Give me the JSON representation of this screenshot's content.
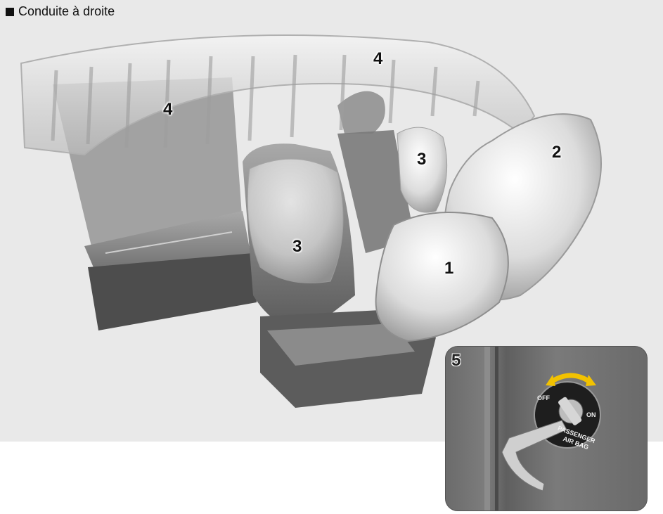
{
  "heading": {
    "marker": "square-bullet-icon",
    "text": "Conduite à droite"
  },
  "labels": {
    "driver_front": "1",
    "passenger_front": "2",
    "side_front": "3",
    "side_rear": "3",
    "curtain_left": "4",
    "curtain_right": "4",
    "switch": "5"
  },
  "switch": {
    "off": "OFF",
    "on": "ON",
    "caption_line1": "PASSENGER",
    "caption_line2": "AIR BAG",
    "arrow_color": "#f2c200"
  }
}
